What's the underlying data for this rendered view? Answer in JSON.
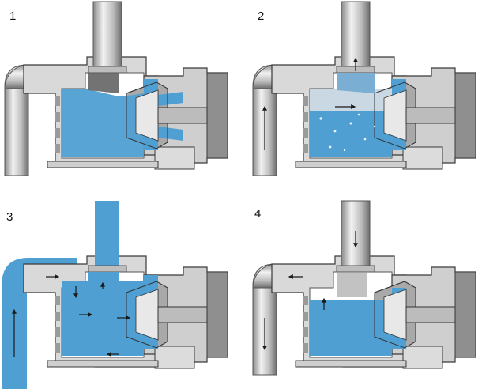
{
  "panels": [
    {
      "label": "1"
    },
    {
      "label": "2"
    },
    {
      "label": "3"
    },
    {
      "label": "4"
    }
  ],
  "colors": {
    "water": "#4f9fd3",
    "metal_dark": "#7f7f7f",
    "metal_mid": "#b8b8b8",
    "metal_light": "#e6e6e6",
    "outline": "#3a3a3a",
    "arrow": "#1a1a1a"
  }
}
